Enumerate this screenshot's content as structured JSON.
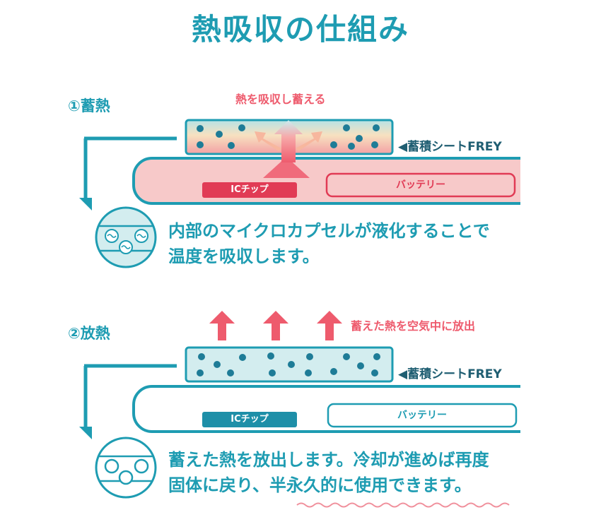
{
  "title": "熱吸収の仕組み",
  "step1": {
    "label": "①蓄熱",
    "callout": "熱を吸収し蓄える",
    "sheet_label": "◀蓄積シートFREY",
    "ic_label": "ICチップ",
    "battery_label": "バッテリー",
    "description_line1": "内部のマイクロカプセルが液化することで",
    "description_line2": "温度を吸収します。"
  },
  "step2": {
    "label": "②放熱",
    "callout": "蓄えた熱を空気中に放出",
    "sheet_label": "◀蓄積シートFREY",
    "ic_label": "ICチップ",
    "battery_label": "バッテリー",
    "description_line1": "蓄えた熱を放出します。冷却が進めば再度",
    "description_line2a": "固体に戻り、",
    "description_line2b": "半永久的に使用",
    "description_line2c": "できます。"
  },
  "colors": {
    "teal": "#1e9cb2",
    "red_accent": "#ee5b6d",
    "pink_fill": "#f7c9c9",
    "pale_teal": "#d3edef"
  }
}
